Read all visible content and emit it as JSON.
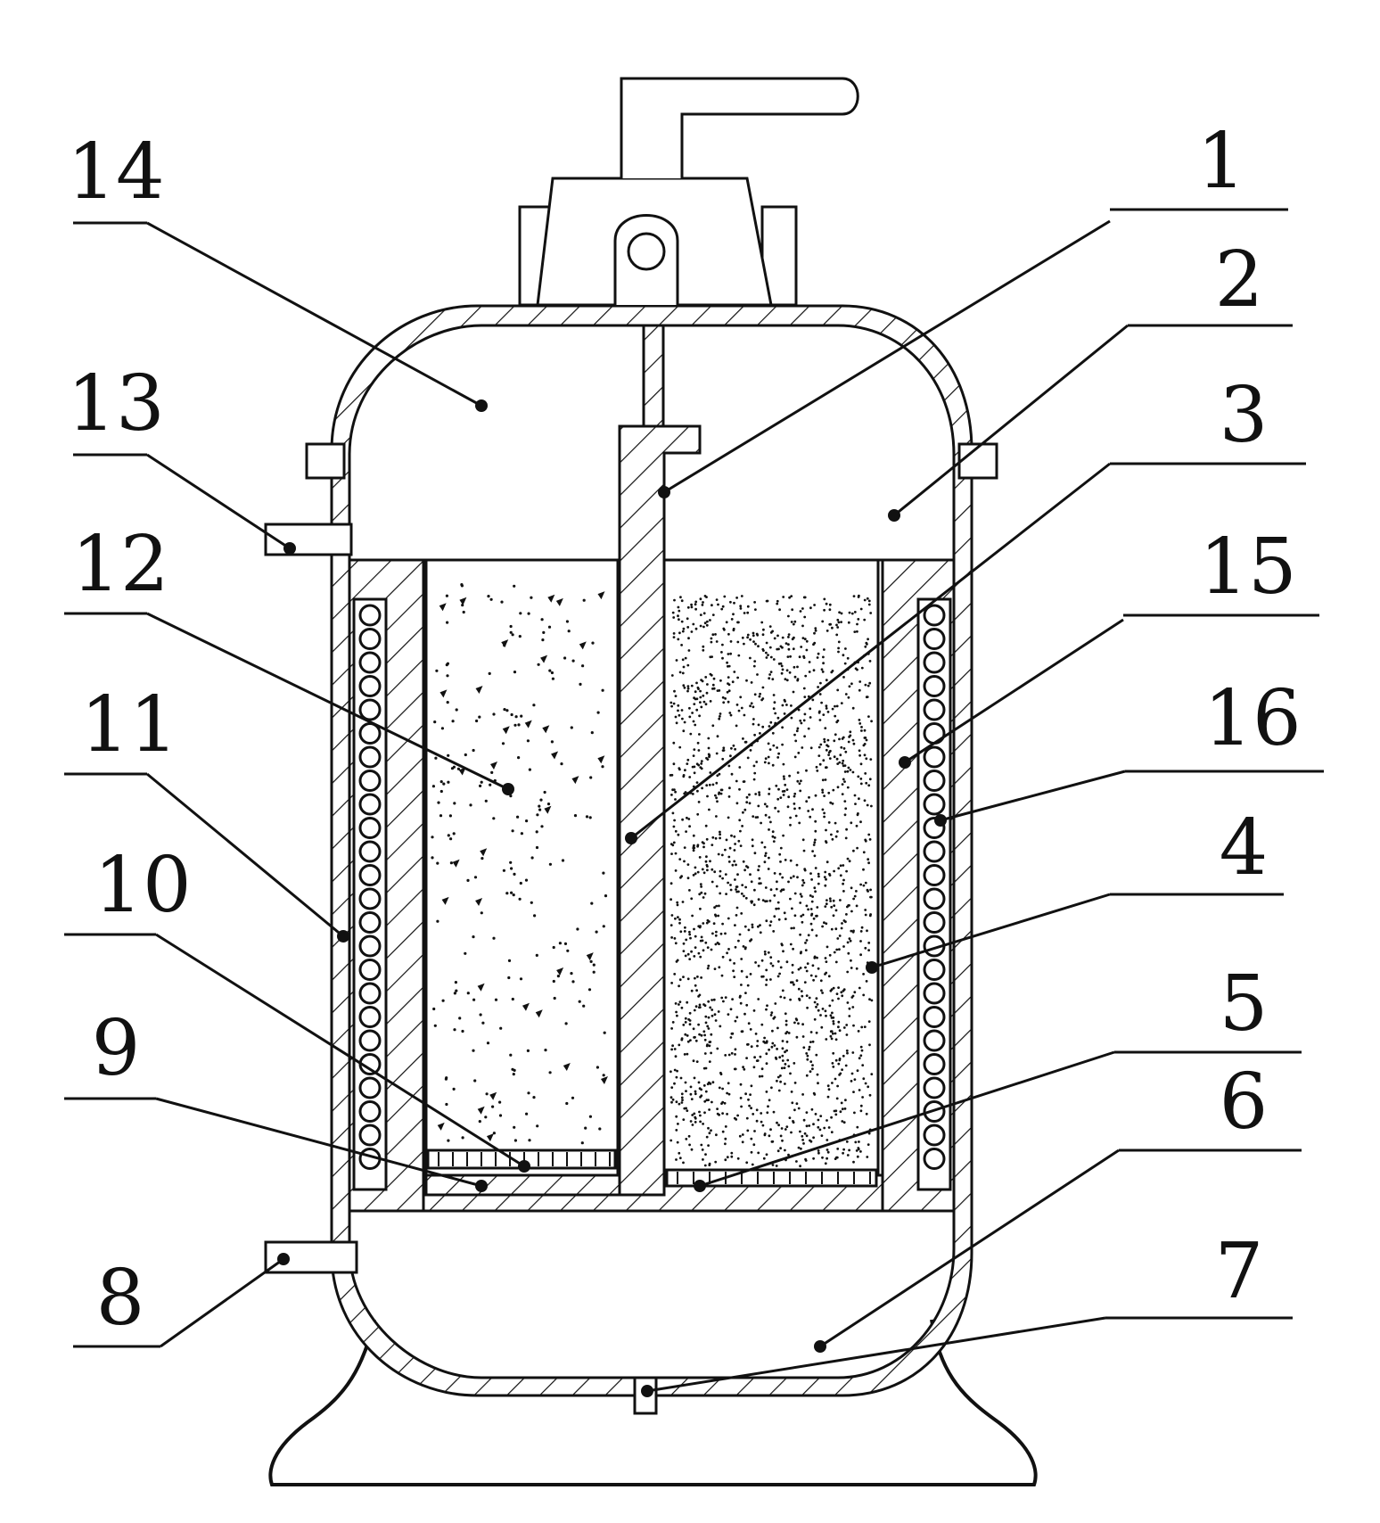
{
  "diagram": {
    "labels": [
      {
        "id": "1",
        "text": "1"
      },
      {
        "id": "2",
        "text": "2"
      },
      {
        "id": "3",
        "text": "3"
      },
      {
        "id": "4",
        "text": "4"
      },
      {
        "id": "5",
        "text": "5"
      },
      {
        "id": "6",
        "text": "6"
      },
      {
        "id": "7",
        "text": "7"
      },
      {
        "id": "8",
        "text": "8"
      },
      {
        "id": "9",
        "text": "9"
      },
      {
        "id": "10",
        "text": "10"
      },
      {
        "id": "11",
        "text": "11"
      },
      {
        "id": "12",
        "text": "12"
      },
      {
        "id": "13",
        "text": "13"
      },
      {
        "id": "14",
        "text": "14"
      },
      {
        "id": "15",
        "text": "15"
      },
      {
        "id": "16",
        "text": "16"
      }
    ]
  }
}
